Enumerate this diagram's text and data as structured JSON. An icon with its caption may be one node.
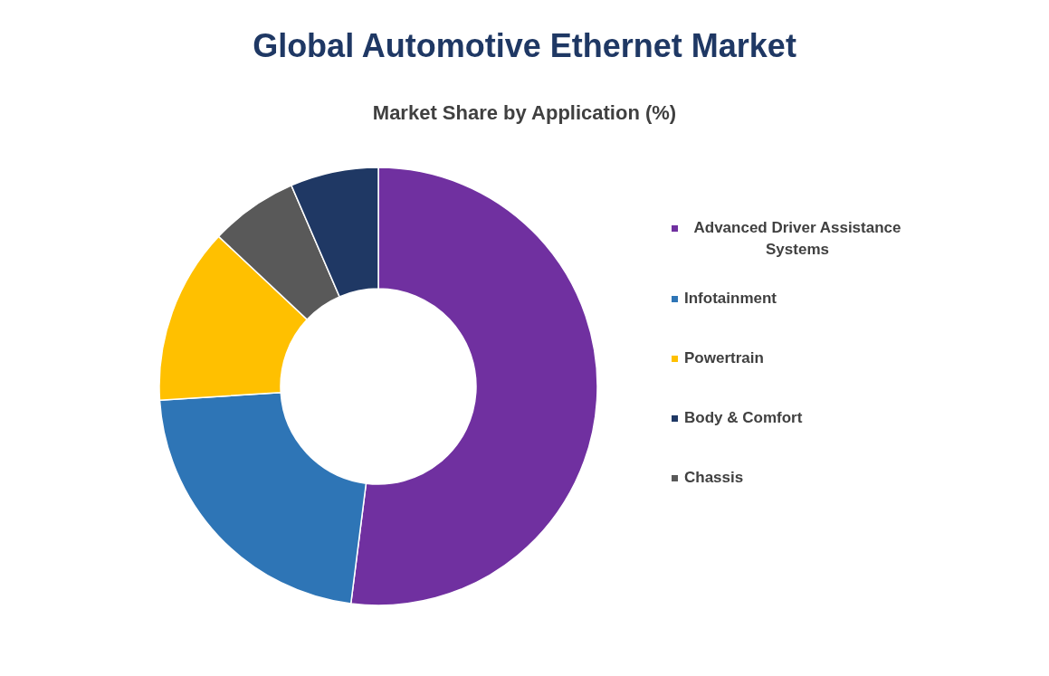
{
  "diagram": {
    "title": "Global Automotive Ethernet Market",
    "labels": [
      "Market Share by Application (%)"
    ],
    "legend": [
      {
        "text": "Advanced Driver Assistance Systems",
        "color": "#7030a0"
      },
      {
        "text": "Infotainment",
        "color": "#2e75b6"
      },
      {
        "text": "Powertrain",
        "color": "#ffc000"
      },
      {
        "text": "Body & Comfort",
        "color": "#1f3864"
      },
      {
        "text": "Chassis",
        "color": "#595959"
      }
    ]
  }
}
